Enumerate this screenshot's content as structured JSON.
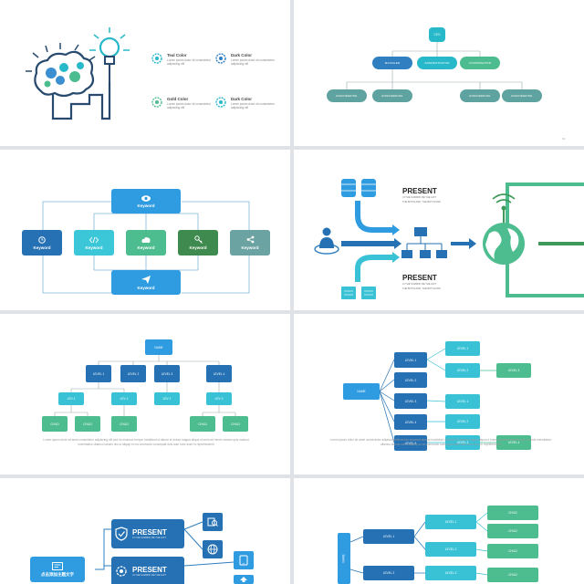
{
  "colors": {
    "teal": "#27b8c9",
    "blue": "#2f7fc1",
    "green": "#4dbd8f",
    "sage": "#5fa3a0",
    "dark_green": "#3f9a59",
    "deep_blue": "#2571b3",
    "light_blue": "#39b5e4"
  },
  "slide1": {
    "items": [
      {
        "title": "Teal Color",
        "text": "Lorem ipsum dolor sit consectetur adipiscing elit",
        "icon": "gear-icon"
      },
      {
        "title": "Dark Color",
        "text": "Lorem ipsum dolor sit consectetur adipiscing elit",
        "icon": "gear-icon"
      },
      {
        "title": "Gold Color",
        "text": "Lorem ipsum dolor sit consectetur adipiscing elit",
        "icon": "gear-icon"
      },
      {
        "title": "Dark Color",
        "text": "Lorem ipsum dolor sit consectetur adipiscing elit",
        "icon": "gear-icon"
      }
    ]
  },
  "slide2": {
    "ceo": "CEO",
    "level2": [
      "MANAGER",
      "ADMINISTRATOR",
      "COORDINATOR"
    ],
    "level3": [
      "ENGINEERING",
      "ENGINEERING",
      "ENGINEERING",
      "ENGINEERING"
    ],
    "page": "02"
  },
  "slide3": {
    "keyword": "Keyword"
  },
  "slide4": {
    "present_top": "PRESENT",
    "present_bottom": "PRESENT",
    "text_lines": [
      "Ut THE SUMMIR, BE THE GIFT",
      "Ut THE SUMMIR, BE THE GIFT",
      "THE BOTOLAND, THE BOTOLAND"
    ]
  },
  "slide5": {
    "name": "NAME",
    "levels": [
      "LEVEL 1",
      "LEVEL 2",
      "LEVEL 3",
      "LEVEL 4"
    ],
    "l1": [
      "LEV 1",
      "LEV 1",
      "LEV 1",
      "LEV 2"
    ],
    "children": [
      "CHILD",
      "CHILD",
      "CHILD",
      "CHILD",
      "CHILD"
    ],
    "para": "Lorem ipsum dolor sit amet consectetur adipiscing elit sed do eiusmod tempor incididunt ut labore et dolore magna aliqua ut enim ad minim veniam quis nostrud exercitation ullamco laboris nisi ut aliquip ex ea commodo consequat duis aute irure dolor in reprehenderit"
  },
  "slide6": {
    "name": "NAME",
    "levels": [
      "LEVEL 1",
      "LEVEL 2",
      "LEVEL 3",
      "LEVEL 4",
      "LEVEL 5"
    ],
    "sub": [
      "LEVEL 1",
      "LEVEL 2",
      "LEVEL 1",
      "LEVEL 2",
      "LEVEL 3"
    ],
    "right": [
      "LEVEL 3",
      "LEVEL 4"
    ],
    "para": "Lorem ipsum dolor sit amet consectetur adipiscing elit sed do eiusmod tempor incididunt ut labore et dolore magna aliqua ut enim ad minim veniam quis nostrud exercitation ullamco laboris nisi ut aliquip ex ea commodo consequat duis aute irure dolor in reprehenderit"
  },
  "slide7": {
    "present1": "PRESENT",
    "present2": "PRESENT",
    "text": "Ut THE SUMMIR, BE THE GIFT",
    "main_label": "点击添加主题文字"
  },
  "slide8": {
    "left": "NAME",
    "level": [
      "LEVEL 1",
      "LEVEL 2"
    ],
    "lev": [
      "LEVEL 1",
      "LEVEL 2",
      "LEVEL 3"
    ],
    "child": [
      "CHILD",
      "CHILD",
      "CHILD",
      "CHILD"
    ]
  }
}
